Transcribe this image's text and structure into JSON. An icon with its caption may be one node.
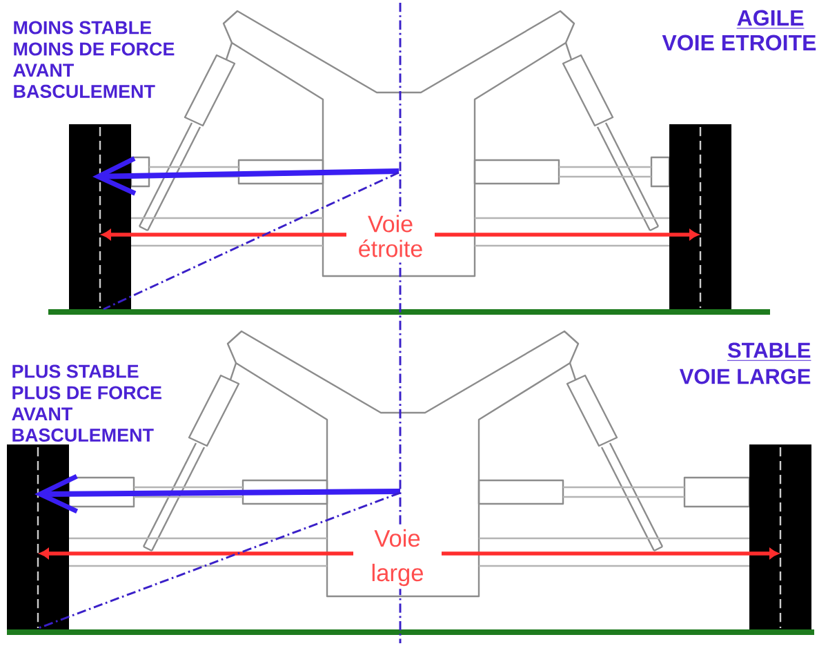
{
  "diagram": {
    "labels": [
      "MOINS STABLE",
      "MOINS DE FORCE AVANT BASCULEMENT",
      "AGILE",
      "VOIE ETROITE",
      "Voie étroite",
      "PLUS STABLE",
      "PLUS DE FORCE AVANT BASCULEMENT",
      "STABLE",
      "VOIE LARGE",
      "Voie large"
    ]
  }
}
